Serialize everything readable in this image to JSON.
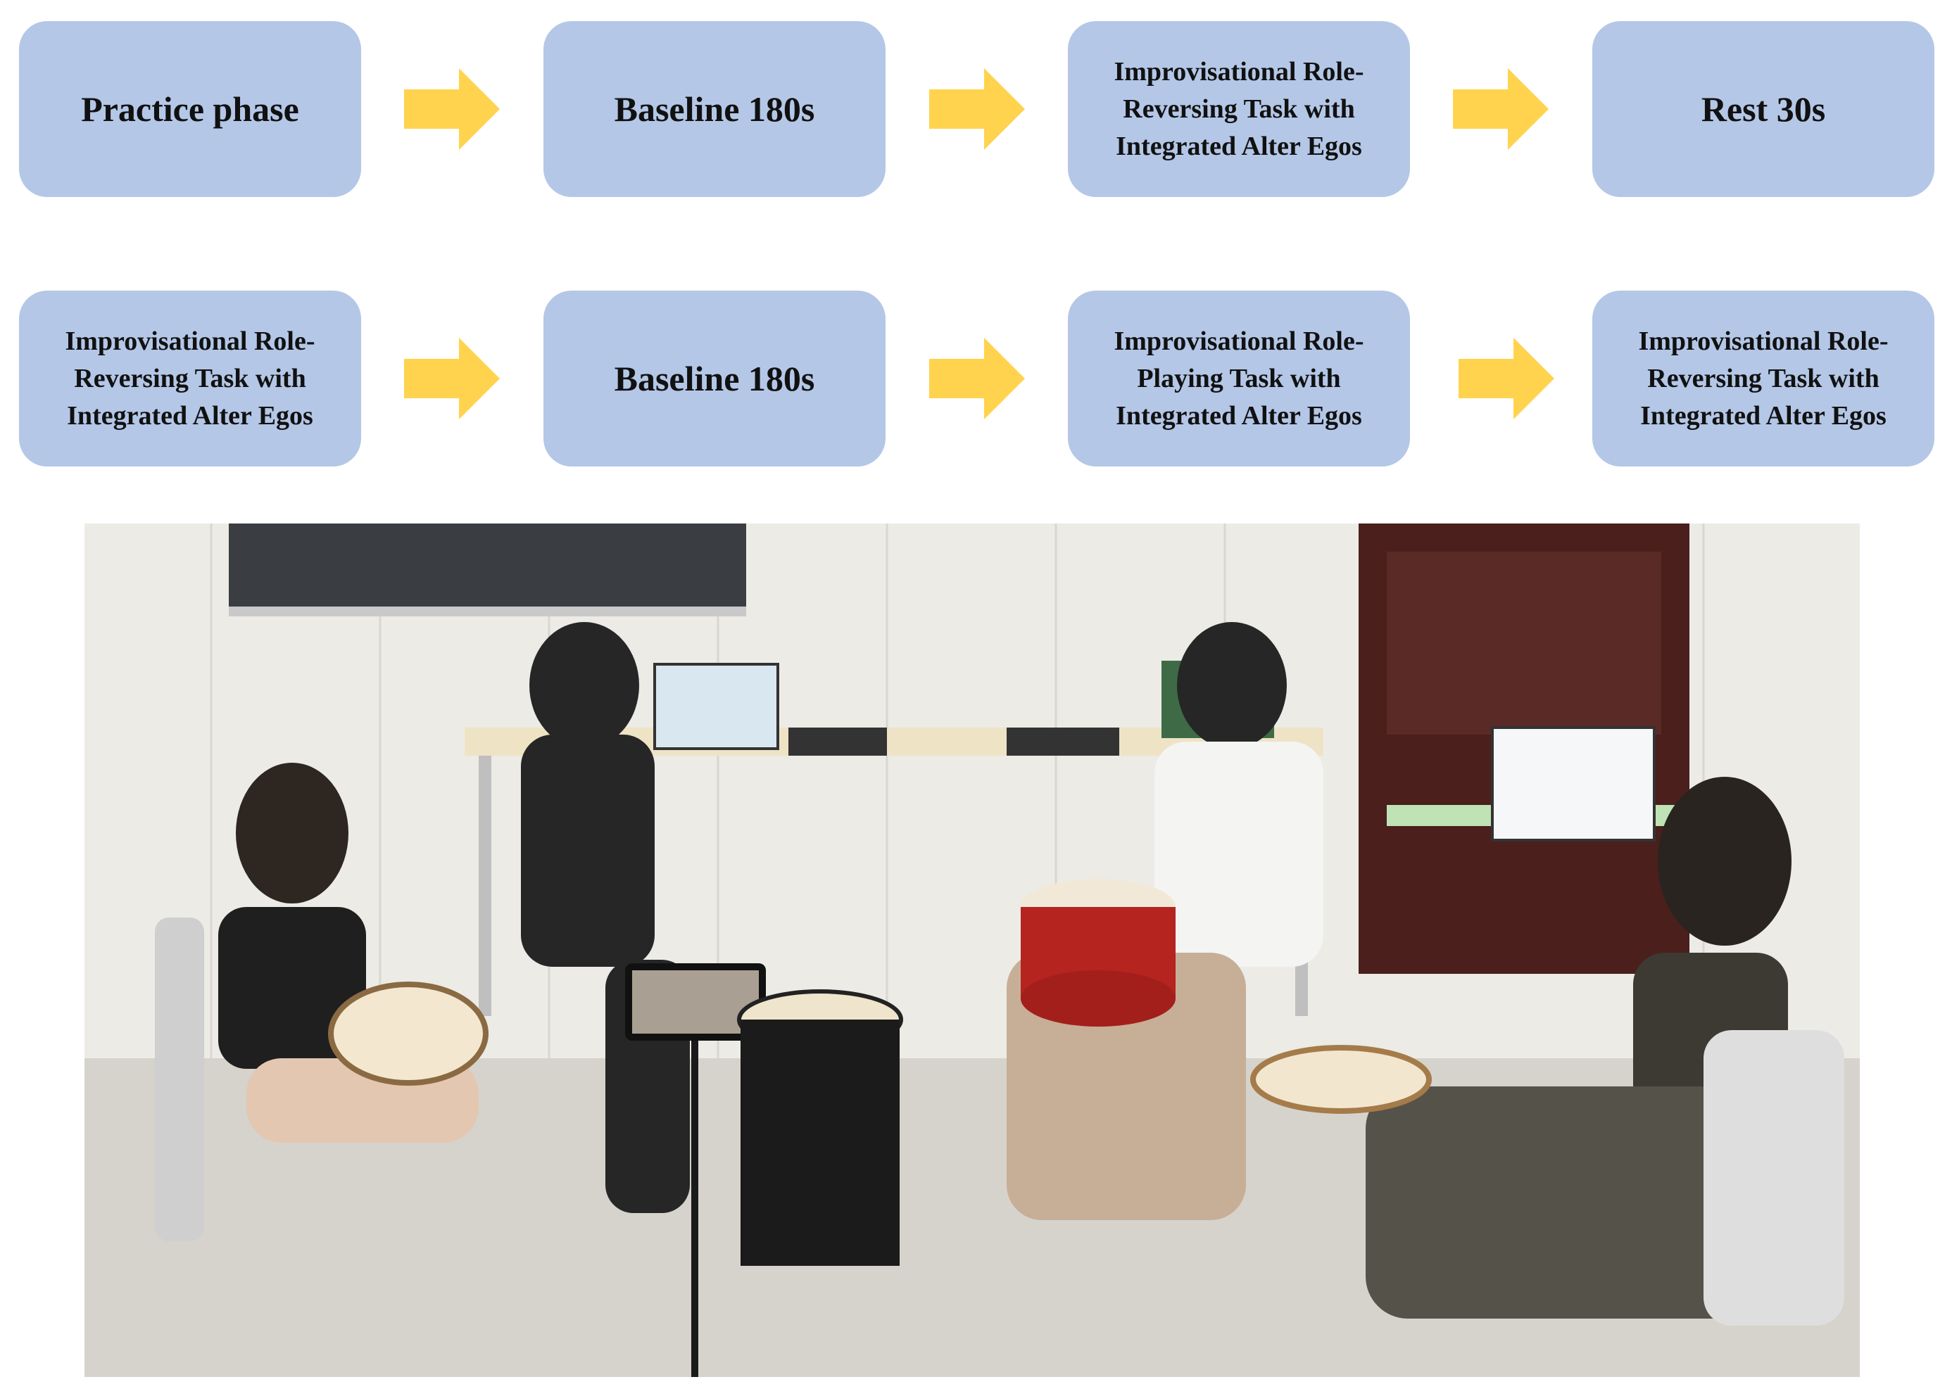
{
  "row1": [
    {
      "label": "Practice phase"
    },
    {
      "label": "Baseline 180s"
    },
    {
      "label": "Improvisational Role-\nReversing Task with\nIntegrated Alter Egos"
    },
    {
      "label": "Rest 30s"
    }
  ],
  "row2": [
    {
      "label": "Improvisational Role-\nReversing Task with\nIntegrated Alter Egos"
    },
    {
      "label": "Baseline 180s"
    },
    {
      "label": "Improvisational Role-\nPlaying Task with\nIntegrated Alter Egos"
    },
    {
      "label": "Improvisational Role-\nReversing Task with\nIntegrated Alter Egos"
    }
  ],
  "colors": {
    "box_fill": "#b4c7e7",
    "arrow_fill": "#ffd34e",
    "text": "#111111"
  },
  "icons": {
    "flow_arrow": "right-block-arrow-icon"
  },
  "photo": {
    "description_hidden": true
  }
}
